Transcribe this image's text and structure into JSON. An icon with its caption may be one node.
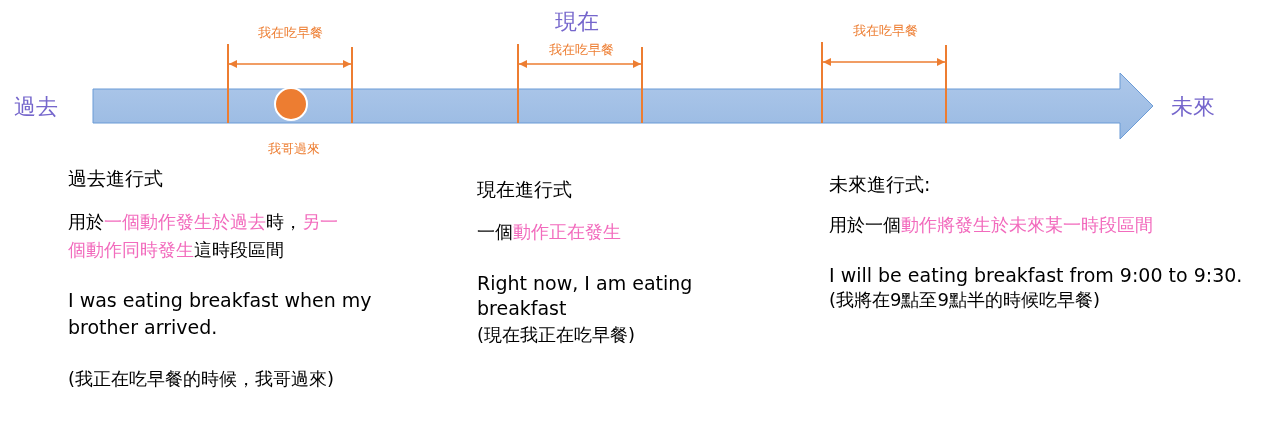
{
  "diagram": {
    "labels": [
      "現在",
      "我在吃早餐",
      "我在吃早餐",
      "我在吃早餐",
      "過去",
      "未來",
      "我哥過來",
      "過去進行式",
      "用於**一個動作發生於過去**時，**另一個動作同時發生**這時段區間",
      "I was eating breakfast when my brother arrived.",
      "(我正在吃早餐的時候，我哥過來)",
      "現在進行式",
      "一個**動作正在發生**",
      "Right now, I am eating breakfast",
      "(現在我正在吃早餐)",
      "未來進行式:",
      "用於一個**動作將發生於未來某一時段區間**",
      "I will be eating breakfast from 9:00 to 9:30.",
      "(我將在9點至9點半的時候吃早餐)"
    ]
  }
}
